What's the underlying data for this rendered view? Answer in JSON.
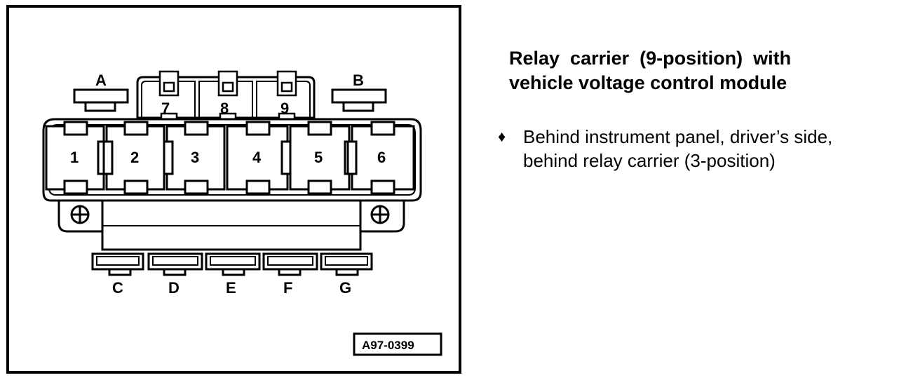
{
  "diagram": {
    "relay_numbers": [
      "1",
      "2",
      "3",
      "4",
      "5",
      "6"
    ],
    "top_relay_numbers": [
      "7",
      "8",
      "9"
    ],
    "top_connectors": [
      "A",
      "B"
    ],
    "bottom_connectors": [
      "C",
      "D",
      "E",
      "F",
      "G"
    ],
    "reference_code": "A97-0399"
  },
  "description": {
    "title_line1": "Relay  carrier  (9-position)  with",
    "title_line2": "vehicle voltage control module",
    "bullet_symbol": "♦",
    "note_line1": "Behind instrument panel, driver’s side,",
    "note_line2": "behind relay carrier (3-position)"
  }
}
